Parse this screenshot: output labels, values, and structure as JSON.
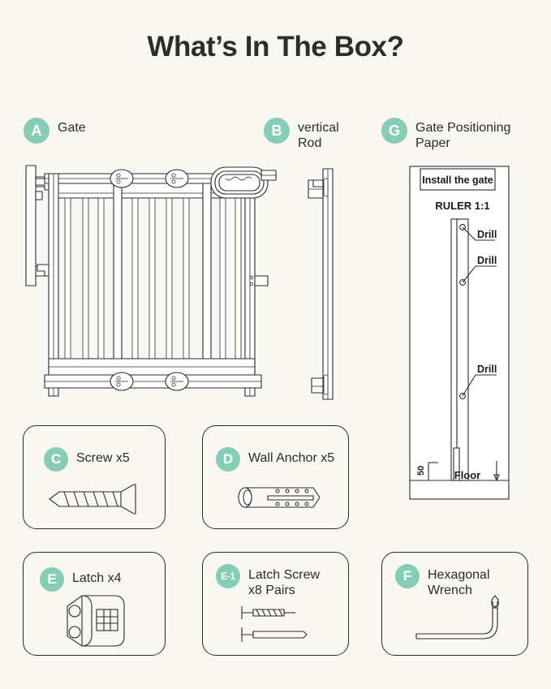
{
  "page": {
    "title": "What’s In The Box?",
    "background_color": "#f8f7f2",
    "accent_color": "#86cdb8",
    "ink_color": "#2b2b2b"
  },
  "legend": [
    {
      "key": "A",
      "label": "Gate"
    },
    {
      "key": "B",
      "label": "vertical\nRod"
    },
    {
      "key": "G",
      "label": "Gate Positioning\nPaper"
    }
  ],
  "positioning_paper": {
    "header": "Install the gate",
    "ruler": "RULER 1:1",
    "drill_labels": [
      "Drill",
      "Drill",
      "Drill"
    ],
    "dimension": "50",
    "floor": "Floor"
  },
  "cards": [
    {
      "key": "C",
      "label": "Screw x5",
      "icon": "screw-icon"
    },
    {
      "key": "D",
      "label": "Wall Anchor x5",
      "icon": "wall-anchor-icon"
    },
    {
      "key": "E",
      "label": "Latch x4",
      "icon": "latch-icon"
    },
    {
      "key": "E-1",
      "label": "Latch Screw\nx8 Pairs",
      "icon": "latch-screw-icon"
    },
    {
      "key": "F",
      "label": "Hexagonal\nWrench",
      "icon": "hex-wrench-icon"
    }
  ]
}
